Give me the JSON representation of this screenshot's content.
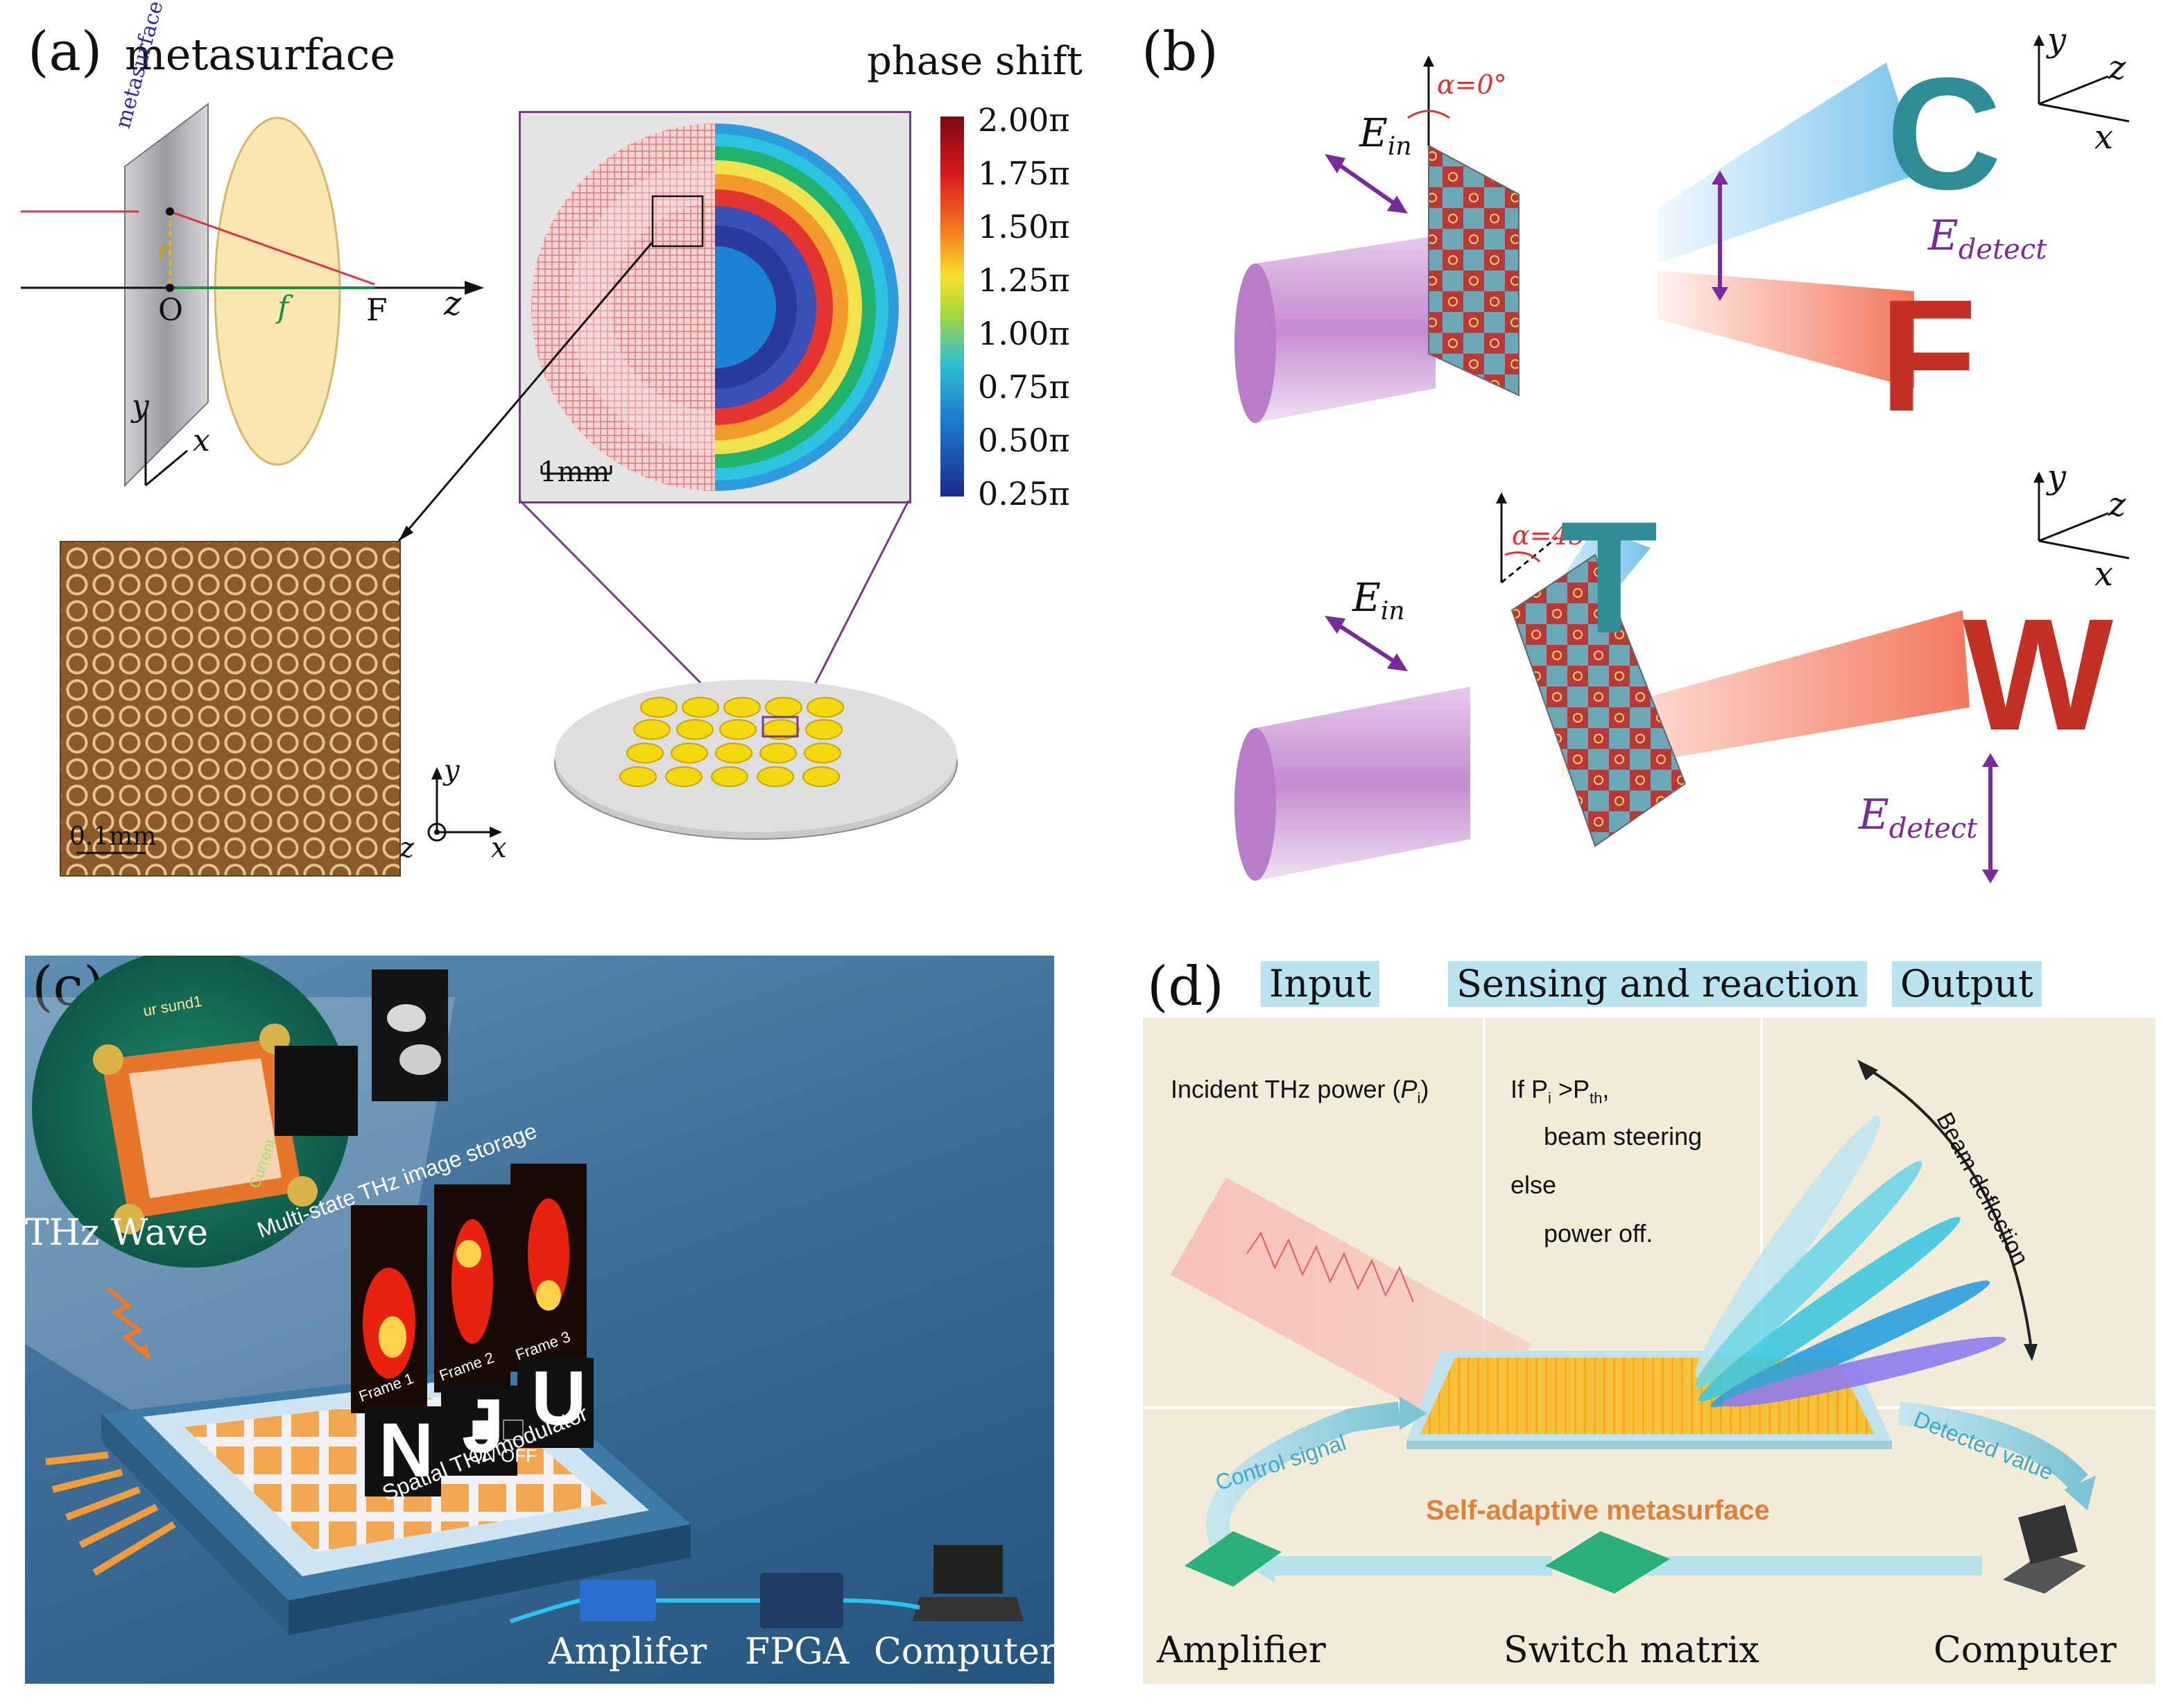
{
  "panel_a": {
    "tag": "(a)",
    "title": "metasurface",
    "plate_label": "metasurface",
    "axis_z": "z",
    "axis_y": "y",
    "axis_x": "x",
    "point_o": "O",
    "point_f": "F",
    "label_r": "r",
    "label_f": "f",
    "scale_1mm": "1mm",
    "scale_01mm": "0.1mm",
    "colorbar_title": "phase shift",
    "colorbar_ticks": [
      "2.00π",
      "1.75π",
      "1.50π",
      "1.25π",
      "1.00π",
      "0.75π",
      "0.50π",
      "0.25π"
    ],
    "micro_axis_y": "y",
    "micro_axis_x": "x",
    "micro_axis_z": "z"
  },
  "panel_b": {
    "tag": "(b)",
    "top": {
      "e_in": "E",
      "e_in_sub": "in",
      "angle": "α=0°",
      "e_detect": "E",
      "e_detect_sub": "detect",
      "letter_1": "C",
      "letter_2": "F"
    },
    "bottom": {
      "e_in": "E",
      "e_in_sub": "in",
      "angle": "α=45°",
      "e_detect": "E",
      "e_detect_sub": "detect",
      "letter_1": "T",
      "letter_2": "W"
    },
    "axis_y": "y",
    "axis_z": "z",
    "axis_x": "x"
  },
  "panel_c": {
    "tag": "(c)",
    "thz_wave": "THz Wave",
    "storage_label": "Multi-state THz image storage",
    "current_label": "Current",
    "modulator_label": "Spatial THz modulator",
    "frames": [
      "Frame 1",
      "Frame 2",
      "Frame 3"
    ],
    "letters": [
      "N",
      "J",
      "U"
    ],
    "on_label": "ON",
    "off_label": "OFF",
    "chip_label": "ur sund1",
    "devices": [
      "Amplifer",
      "FPGA",
      "Computer"
    ]
  },
  "panel_d": {
    "tag": "(d)",
    "headers": [
      "Input",
      "Sensing and reaction",
      "Output"
    ],
    "incident_prefix": "Incident THz power (",
    "incident_var": "P",
    "incident_sub": "i",
    "incident_suffix": ")",
    "cond_line1_prefix": "If P",
    "cond_line1_sub": "i",
    "cond_line1_mid": " >P",
    "cond_line1_sub2": "th",
    "cond_line1_suffix": ",",
    "cond_line2": "beam steering",
    "cond_line3": "else",
    "cond_line4": "power off.",
    "beam_deflection": "Beam deflection",
    "control_signal": "Control signal",
    "detected_value": "Detected value",
    "self_adaptive": "Self-adaptive metasurface",
    "devices": [
      "Amplifier",
      "Switch matrix",
      "Computer"
    ]
  }
}
